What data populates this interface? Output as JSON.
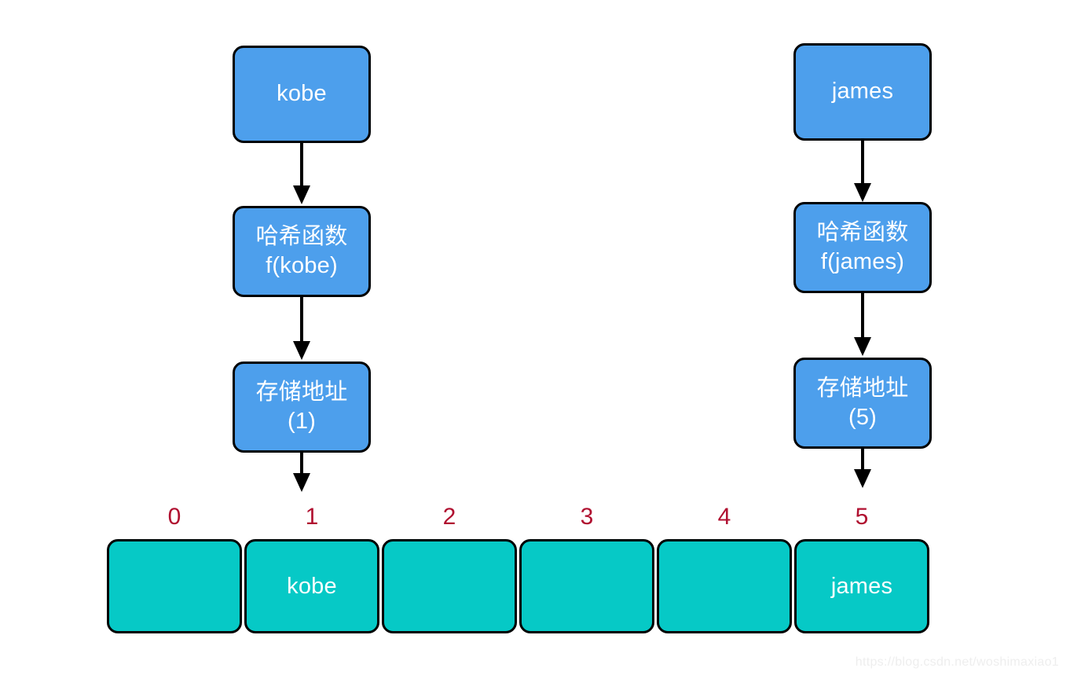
{
  "diagram": {
    "title": "hash-function-storage-address-diagram",
    "colors": {
      "node_fill": "#4d9fec",
      "slot_fill": "#06c9c6",
      "node_text": "#ffffff",
      "outline": "#000000",
      "index_text": "#b01030",
      "background": "#ffffff",
      "watermark_text": "#eeeeee"
    },
    "flows": [
      {
        "key": "kobe",
        "input": {
          "label": "kobe"
        },
        "hash": {
          "line1": "哈希函数",
          "line2": "f(kobe)"
        },
        "address": {
          "line1": "存储地址",
          "line2": "(1)"
        },
        "target_index": "1"
      },
      {
        "key": "james",
        "input": {
          "label": "james"
        },
        "hash": {
          "line1": "哈希函数",
          "line2": "f(james)"
        },
        "address": {
          "line1": "存储地址",
          "line2": "(5)"
        },
        "target_index": "5"
      }
    ],
    "array": {
      "indices": [
        "0",
        "1",
        "2",
        "3",
        "4",
        "5"
      ],
      "cells": [
        "",
        "kobe",
        "",
        "",
        "",
        "james"
      ]
    },
    "watermark": "https://blog.csdn.net/woshimaxiao1"
  }
}
